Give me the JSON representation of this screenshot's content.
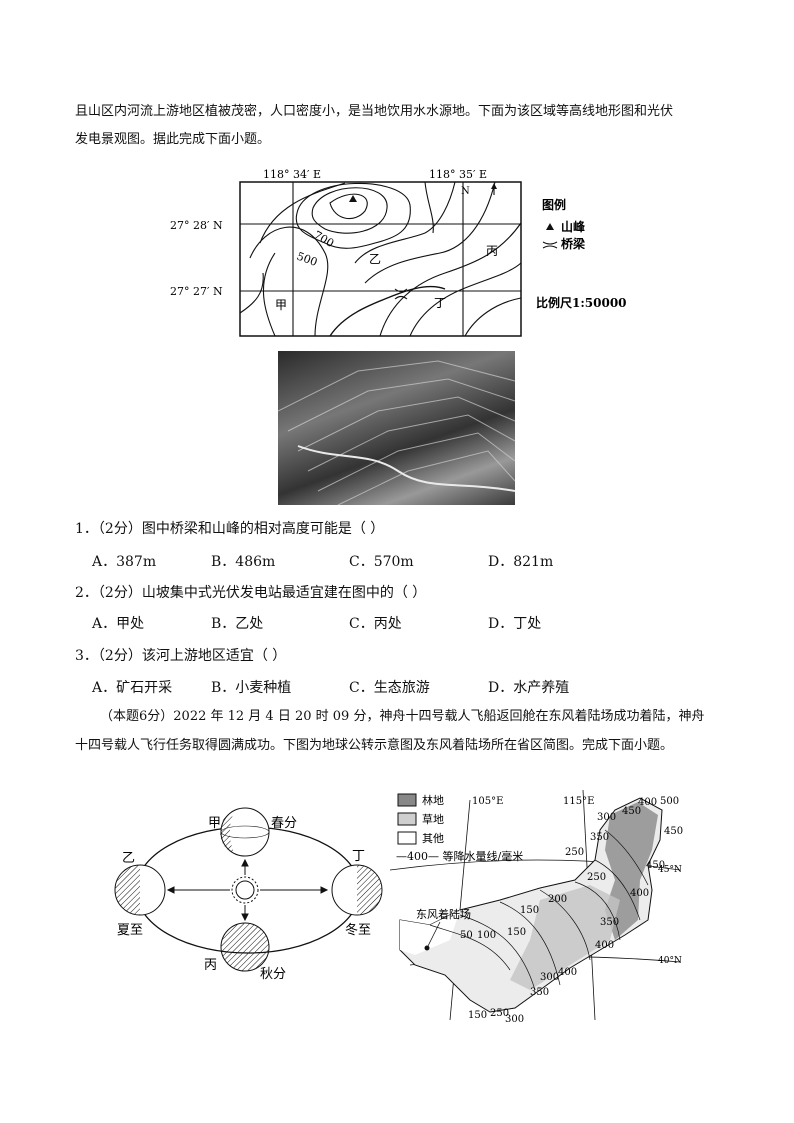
{
  "intro": {
    "line1": "且山区内河流上游地区植被茂密，人口密度小，是当地饮用水水源地。下面为该区域等高线地形图和光伏",
    "line2": "发电景观图。据此完成下面小题。"
  },
  "topo_map": {
    "lon_left": "118° 34′ E",
    "lon_right": "118° 35′ E",
    "lat_top": "27° 28′ N",
    "lat_bottom": "27° 27′ N",
    "north": "N",
    "contour_700": "700",
    "contour_500": "500",
    "place_jia": "甲",
    "place_yi": "乙",
    "place_bing": "丙",
    "place_ding": "丁",
    "legend_title": "图例",
    "legend_peak": "山峰",
    "legend_bridge": "桥梁",
    "scale": "比例尺1:50000"
  },
  "questions": [
    {
      "stem": "1．（2分）图中桥梁和山峰的相对高度可能是（   ）",
      "options": [
        "A．387m",
        "B．486m",
        "C．570m",
        "D．821m"
      ]
    },
    {
      "stem": "2．（2分）山坡集中式光伏发电站最适宜建在图中的（   ）",
      "options": [
        "A．甲处",
        "B．乙处",
        "C．丙处",
        "D．丁处"
      ]
    },
    {
      "stem": "3．（2分）该河上游地区适宜（   ）",
      "options": [
        "A．矿石开采",
        "B．小麦种植",
        "C．生态旅游",
        "D．水产养殖"
      ]
    }
  ],
  "group2": {
    "line1": "（本题6分）2022 年 12 月 4 日 20 时 09 分，神舟十四号载人飞船返回舱在东风着陆场成功着陆，神舟",
    "line2": "十四号载人飞行任务取得圆满成功。下图为地球公转示意图及东风着陆场所在省区简图。完成下面小题。"
  },
  "orbit": {
    "jia": "甲",
    "chunfen": "春分",
    "yi": "乙",
    "xiazhi": "夏至",
    "ding": "丁",
    "dongzhi": "冬至",
    "bing": "丙",
    "qiufen": "秋分"
  },
  "province_map": {
    "legend_forest": "林地",
    "legend_grass": "草地",
    "legend_other": "其他",
    "legend_isoline": "—400— 等降水量线/毫米",
    "lon_105": "105°E",
    "lon_115": "115°E",
    "lat_45": "45°N",
    "lat_40": "40°N",
    "site": "东风着陆场",
    "iso_labels": [
      "400",
      "450",
      "500",
      "450",
      "300",
      "350",
      "250",
      "450",
      "400",
      "200",
      "250",
      "350",
      "150",
      "400",
      "100",
      "50",
      "150",
      "400",
      "300",
      "350",
      "150",
      "250",
      "300"
    ]
  }
}
